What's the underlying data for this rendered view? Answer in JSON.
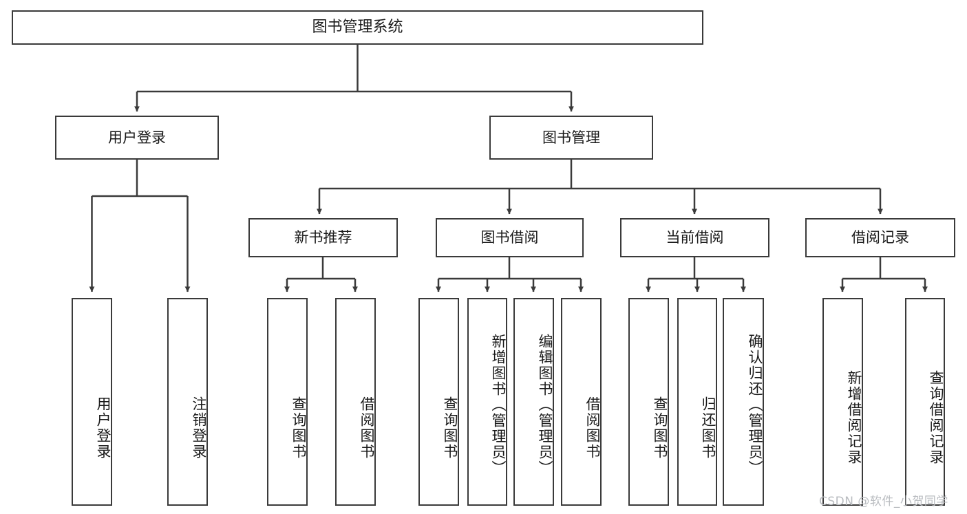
{
  "diagram": {
    "title": "图书管理系统",
    "type": "tree-hierarchy-chart",
    "root": {
      "id": "root",
      "label": "图书管理系统"
    },
    "level2": [
      {
        "id": "user-login",
        "label": "用户登录"
      },
      {
        "id": "book-manage",
        "label": "图书管理"
      }
    ],
    "level3": [
      {
        "id": "new-book-rec",
        "label": "新书推荐",
        "parent": "book-manage"
      },
      {
        "id": "book-borrow",
        "label": "图书借阅",
        "parent": "book-manage"
      },
      {
        "id": "current-borrow",
        "label": "当前借阅",
        "parent": "book-manage"
      },
      {
        "id": "borrow-record",
        "label": "借阅记录",
        "parent": "book-manage"
      }
    ],
    "leaves": [
      {
        "id": "leaf-user-login",
        "label": "用户登录",
        "parent": "user-login"
      },
      {
        "id": "leaf-logout",
        "label": "注销登录",
        "parent": "user-login"
      },
      {
        "id": "leaf-query-book-1",
        "label": "查询图书",
        "parent": "new-book-rec"
      },
      {
        "id": "leaf-borrow-book-1",
        "label": "借阅图书",
        "parent": "new-book-rec"
      },
      {
        "id": "leaf-query-book-2",
        "label": "查询图书",
        "parent": "book-borrow"
      },
      {
        "id": "leaf-add-book",
        "label": "新增图书（管理员）",
        "parent": "book-borrow"
      },
      {
        "id": "leaf-edit-book",
        "label": "编辑图书（管理员）",
        "parent": "book-borrow"
      },
      {
        "id": "leaf-borrow-book-2",
        "label": "借阅图书",
        "parent": "book-borrow"
      },
      {
        "id": "leaf-query-book-3",
        "label": "查询图书",
        "parent": "current-borrow"
      },
      {
        "id": "leaf-return-book",
        "label": "归还图书",
        "parent": "current-borrow"
      },
      {
        "id": "leaf-confirm-return",
        "label": "确认归还（管理员）",
        "parent": "current-borrow"
      },
      {
        "id": "leaf-add-record",
        "label": "新增借阅记录",
        "parent": "borrow-record"
      },
      {
        "id": "leaf-query-record",
        "label": "查询借阅记录",
        "parent": "borrow-record"
      }
    ]
  },
  "watermark": {
    "text": "CSDN @软件_小贺同学"
  },
  "colors": {
    "stroke": "#3a3a3a",
    "fill": "#ffffff",
    "text": "#1a1a1a",
    "watermark": "#b9bcc0"
  }
}
